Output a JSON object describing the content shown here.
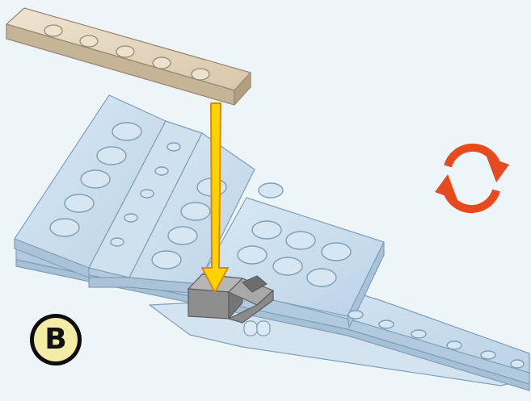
{
  "step": {
    "label": "B"
  },
  "colors": {
    "background": "#eef5f9",
    "light_blue_brick": "#c6dcee",
    "light_blue_outline": "#7f9fb8",
    "tan_plate": "#e1d2bb",
    "tan_outline": "#9a8a73",
    "gray_brick": "#9c9c9c",
    "arrow_yellow": "#ffd200",
    "arrow_outline": "#d58a00",
    "rotate_icon": "#e84a20",
    "badge_fill": "#f2eca4",
    "badge_ring": "#0d0d0d"
  },
  "icons": [
    "rotate-model-icon",
    "placement-arrow",
    "step-badge"
  ]
}
